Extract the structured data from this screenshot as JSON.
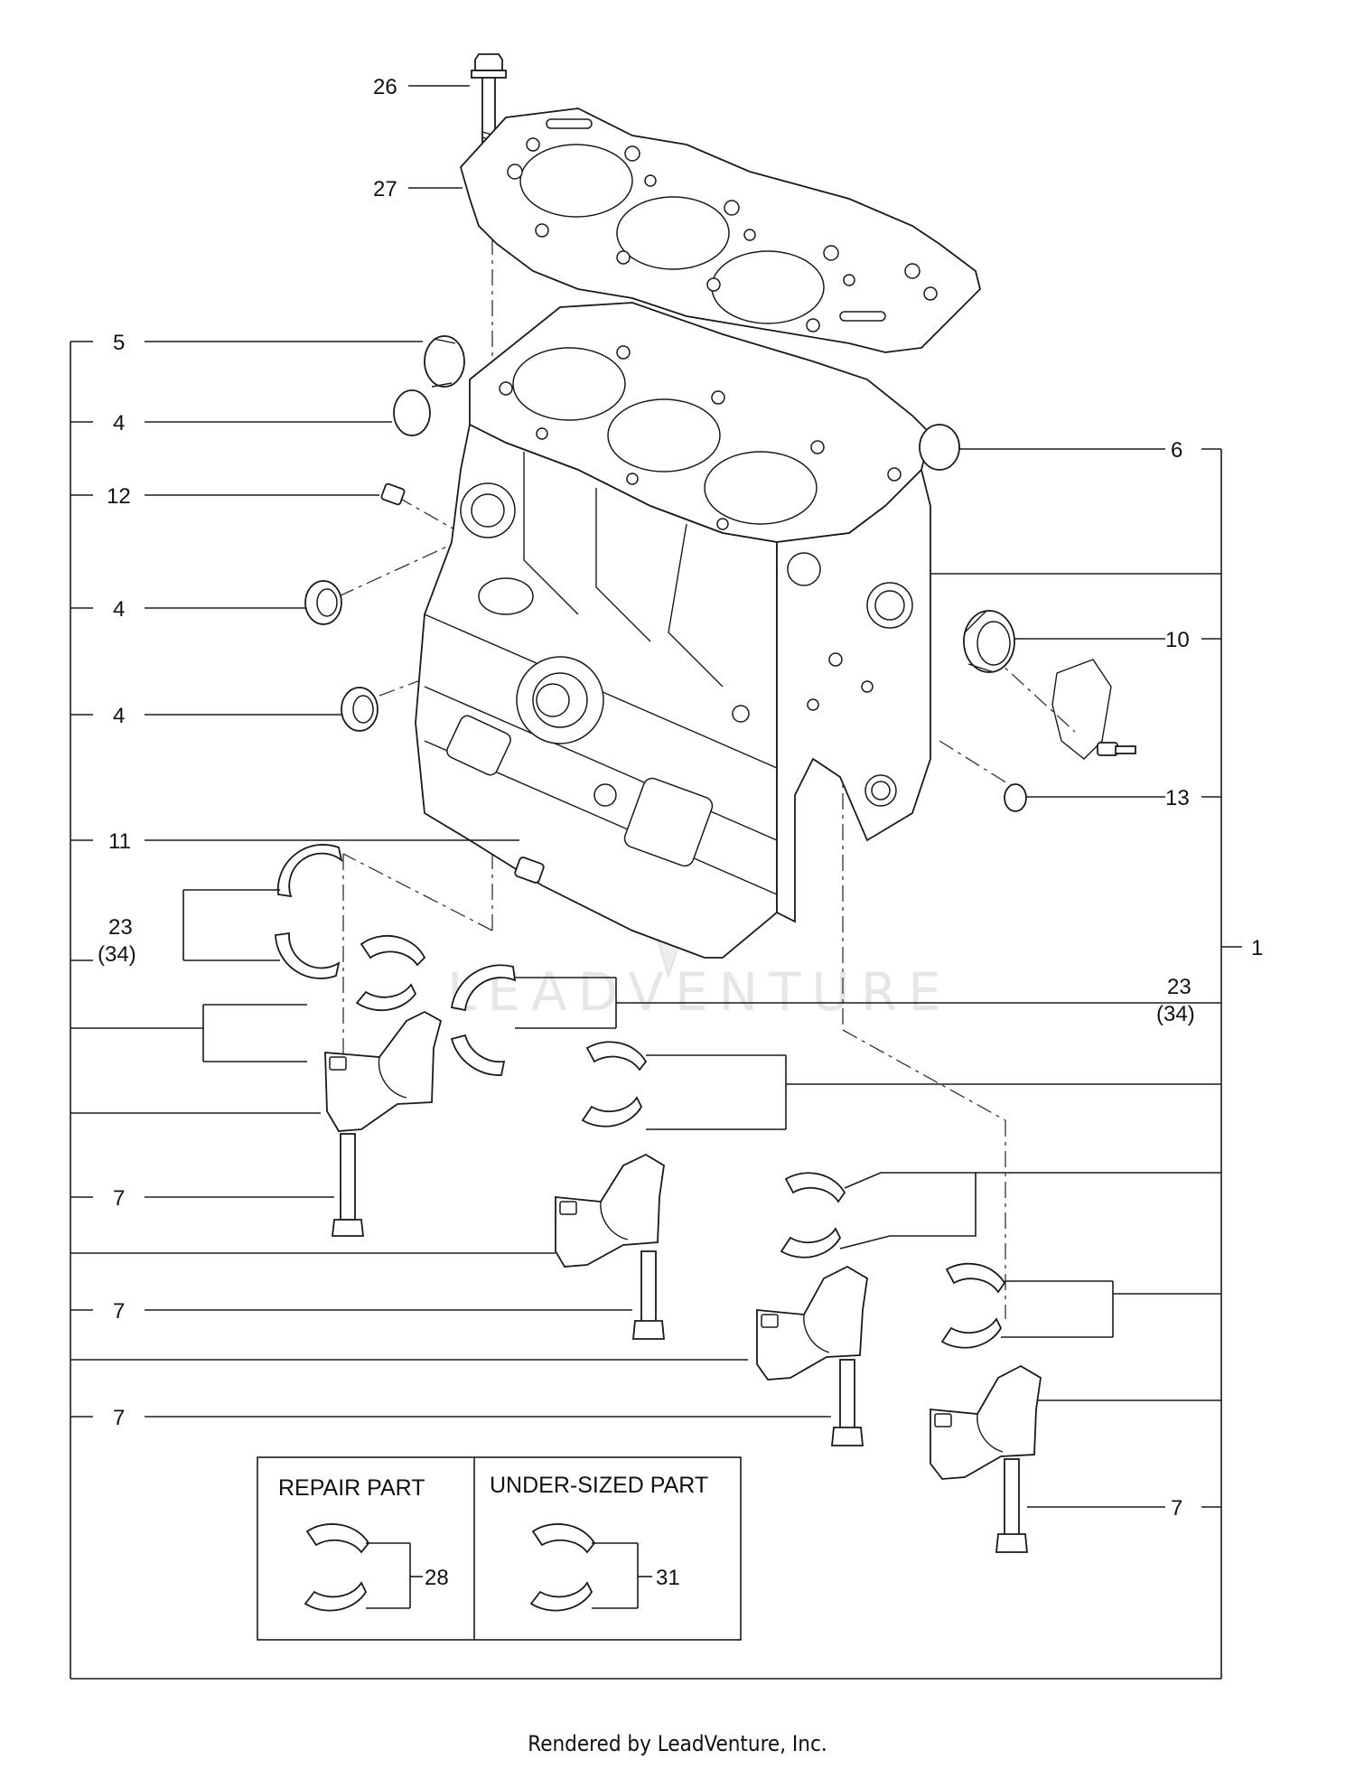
{
  "callouts": {
    "c26": "26",
    "c27": "27",
    "c5": "5",
    "c4a": "4",
    "c12": "12",
    "c4b": "4",
    "c4c": "4",
    "c11": "11",
    "c23l": "23",
    "c34l": "(34)",
    "c7a": "7",
    "c7b": "7",
    "c7c": "7",
    "c6": "6",
    "c10": "10",
    "c13": "13",
    "c1": "1",
    "c23r": "23",
    "c34r": "(34)",
    "c7d": "7",
    "c28": "28",
    "c31": "31"
  },
  "inset": {
    "repair_title": "REPAIR PART",
    "undersized_title": "UNDER-SIZED PART"
  },
  "watermark": "LEADVENTURE",
  "footer": "Rendered by LeadVenture, Inc."
}
